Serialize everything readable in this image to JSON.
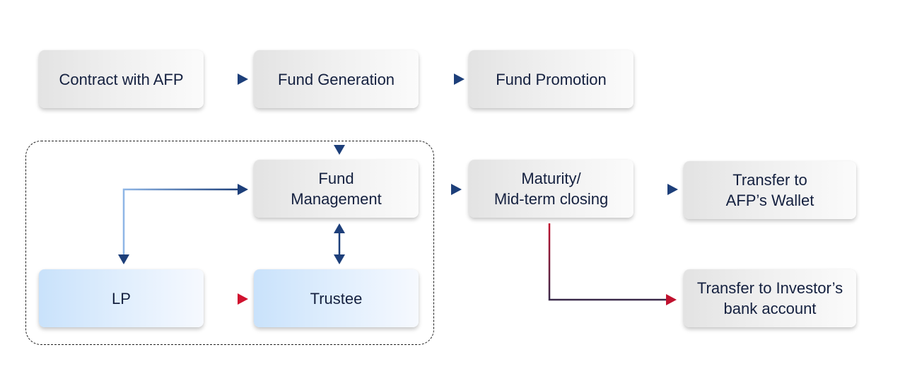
{
  "diagram": {
    "nodes": {
      "contract": "Contract with AFP",
      "fund_generation": "Fund Generation",
      "fund_promotion": "Fund Promotion",
      "fund_management": "Fund\nManagement",
      "maturity": "Maturity/\nMid-term closing",
      "transfer_afp": "Transfer to\nAFP’s Wallet",
      "lp": "LP",
      "trustee": "Trustee",
      "transfer_investor": "Transfer to Investor’s\nbank account"
    },
    "colors": {
      "arrow_blue": "#1d3f7a",
      "arrow_red": "#c0112e",
      "text": "#14203f"
    }
  }
}
